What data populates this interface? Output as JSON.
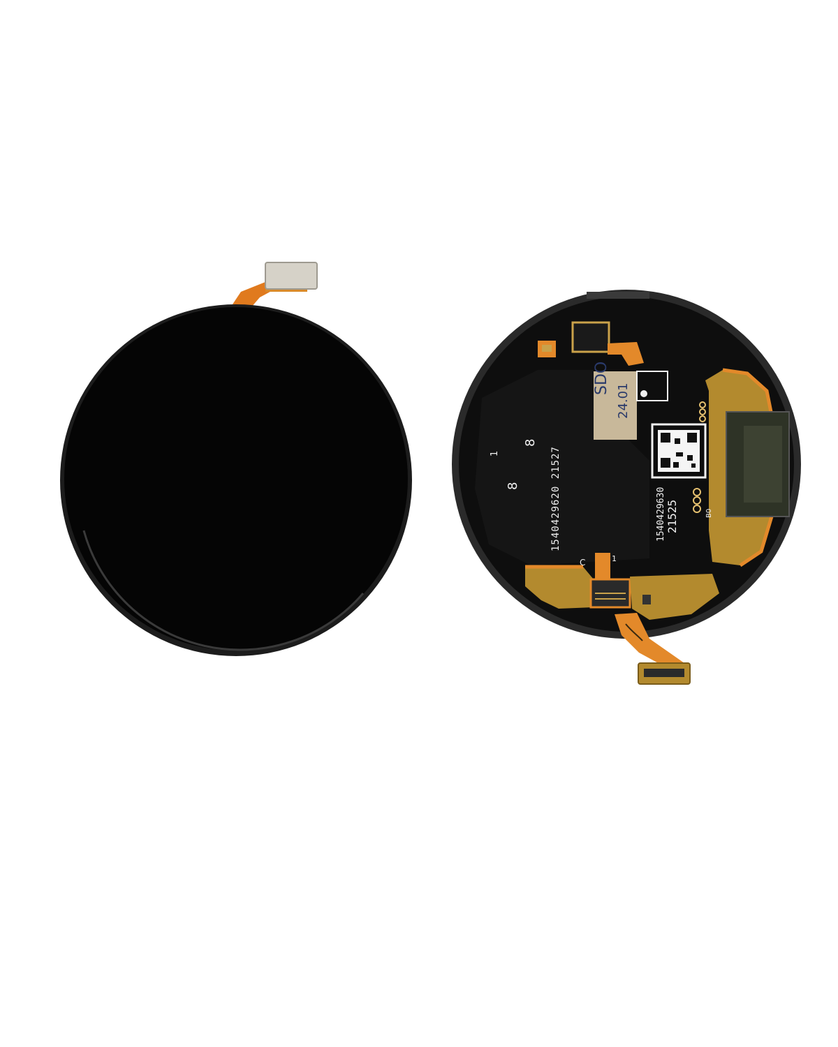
{
  "photo": {
    "background": "#ffffff",
    "front_display": {
      "panel_color": "#050505",
      "bezel_color": "#1c1c1c",
      "flex_cable_color": "#e07a1e",
      "connector_color": "#d6d2c8"
    },
    "back_display": {
      "panel_color": "#0b0b0b",
      "ring_color": "#2a2a2a",
      "flex_color": "#e3892a",
      "gold_color": "#b38a2e",
      "shield_color": "#c8b89a",
      "labels": {
        "serial_left": "1540429620 21527",
        "serial_right_line1": "1540429630",
        "serial_right_line2": "21525",
        "handwriting_line1": "SDO",
        "handwriting_line2": "24.01",
        "mark_one_left": "1",
        "mark_one_bottom": "1",
        "mark_c": "C",
        "mark_eight_top": "8",
        "mark_eight_bottom": "8",
        "mark_b0": "B0"
      }
    }
  }
}
